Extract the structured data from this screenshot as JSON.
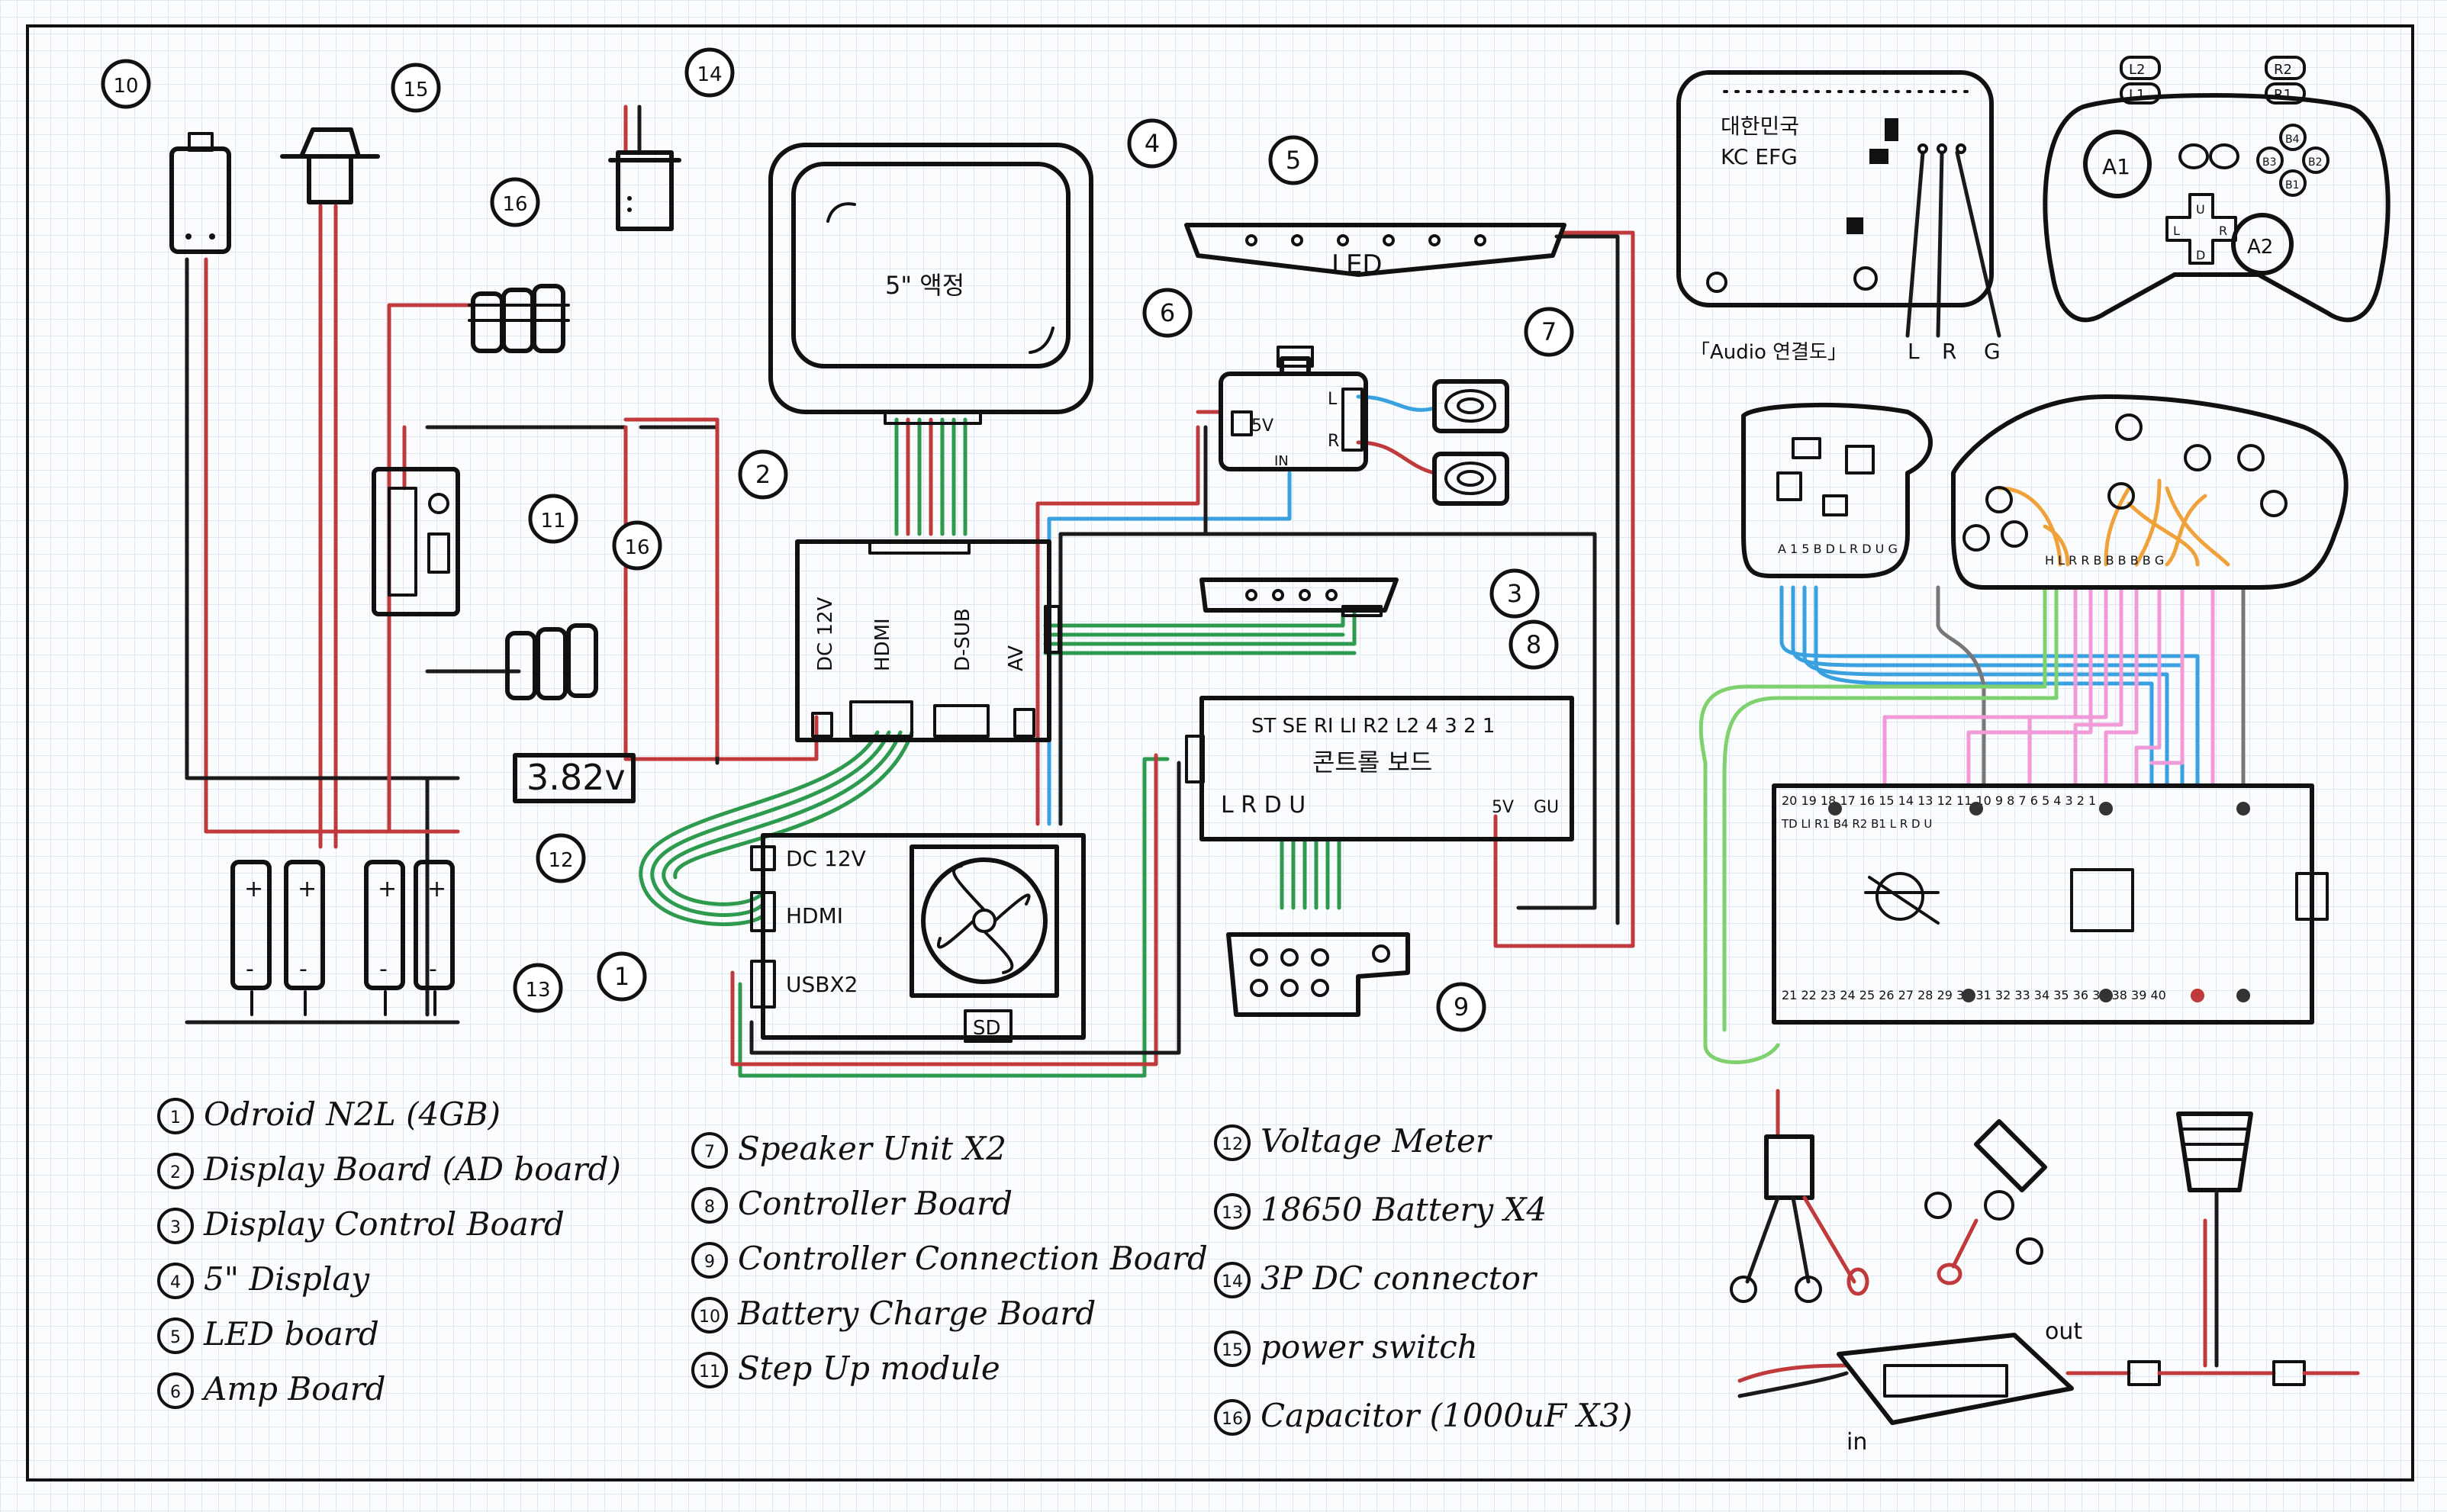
{
  "colors": {
    "ink": "#111111",
    "power_red": "#c0393b",
    "signal_green": "#2e9a4d",
    "signal_blue": "#3aa1e0",
    "wire_orange": "#f0a23a",
    "wire_pink": "#f09ad8",
    "wire_lightgreen": "#7fd16d",
    "grid": "#dfe6f1"
  },
  "badges": [
    "1",
    "2",
    "3",
    "4",
    "5",
    "6",
    "7",
    "8",
    "9",
    "10",
    "11",
    "12",
    "13",
    "14",
    "15",
    "16"
  ],
  "labels": {
    "lcd": "5\" 액정",
    "led": "LED",
    "dc12v": "DC 12V",
    "hdmi": "HDMI",
    "dsub": "D-SUB",
    "av": "AV",
    "odroid_dc": "DC 12V",
    "odroid_hdmi": "HDMI",
    "odroid_usb": "USBX2",
    "sd": "SD",
    "amp_5v": "5V",
    "amp_l": "L",
    "amp_r": "R",
    "amp_in": "IN",
    "controller_top": "ST SE RI LI R2 L2 4 3 2 1",
    "controller_name": "콘트롤 보드",
    "controller_dpad": "L R D U",
    "controller_5v": "5V",
    "controller_gnd": "GU",
    "voltage": "3.82v",
    "audio_kr": "대한민국",
    "audio_cert": "KC EFG",
    "audio_note": "「Audio 연결도」",
    "audio_l": "L",
    "audio_r": "R",
    "audio_g": "G",
    "pad_l2": "L2",
    "pad_l1": "L1",
    "pad_r2": "R2",
    "pad_r1": "R1",
    "pad_a1": "A1",
    "pad_a2": "A2",
    "pad_b1": "B1",
    "pad_b2": "B2",
    "pad_b3": "B3",
    "pad_b4": "B4",
    "pad_u": "U",
    "pad_d": "D",
    "pad_l": "L",
    "pad_r": "R",
    "left_pcb_pins": "A 1 5 B D L R D U G",
    "right_pcb_pins": "H L R R B B B B B G",
    "mcu_top_pins": "20 19 18 17 16 15 14 13 12 11 10 9 8 7 6 5 4 3 2 1",
    "mcu_top_sub": "TD LI R1 B4 R2 B1 L R D U",
    "mcu_bottom_pins": "21 22 23 24 25 26 27 28 29 30 31 32 33 34 35 36 37 38 39 40",
    "out": "out",
    "in": "in",
    "cap_plus": "+",
    "cap_minus": "-"
  },
  "legend": [
    {
      "num": "1",
      "text": "Odroid N2L (4GB)"
    },
    {
      "num": "2",
      "text": "Display Board (AD board)"
    },
    {
      "num": "3",
      "text": "Display Control Board"
    },
    {
      "num": "4",
      "text": "5\" Display"
    },
    {
      "num": "5",
      "text": "LED board"
    },
    {
      "num": "6",
      "text": "Amp Board"
    },
    {
      "num": "7",
      "text": "Speaker Unit X2"
    },
    {
      "num": "8",
      "text": "Controller Board"
    },
    {
      "num": "9",
      "text": "Controller Connection Board"
    },
    {
      "num": "10",
      "text": "Battery Charge Board"
    },
    {
      "num": "11",
      "text": "Step Up module"
    },
    {
      "num": "12",
      "text": "Voltage Meter"
    },
    {
      "num": "13",
      "text": "18650 Battery X4"
    },
    {
      "num": "14",
      "text": "3P DC connector"
    },
    {
      "num": "15",
      "text": "power switch"
    },
    {
      "num": "16",
      "text": "Capacitor (1000uF X3)"
    }
  ]
}
